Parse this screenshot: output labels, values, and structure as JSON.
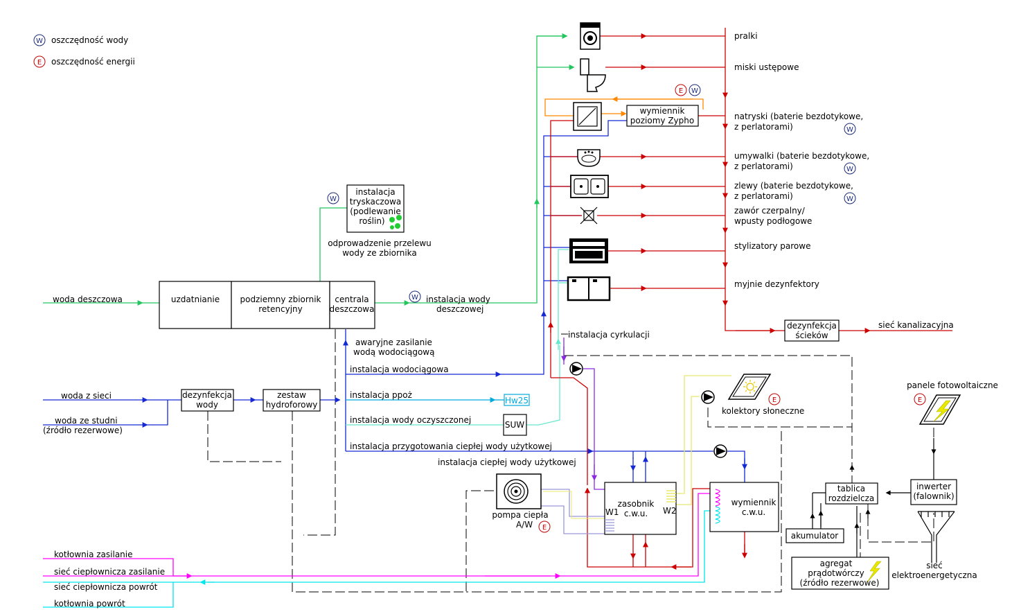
{
  "legend": {
    "water_saving": "oszczędność wody",
    "energy_saving": "oszczędność energii",
    "w": "W",
    "e": "E"
  },
  "sources": {
    "rain": "woda deszczowa",
    "mains": "woda z sieci",
    "well_l1": "woda ze studni",
    "well_l2": "(źródło rezerwowe)"
  },
  "boxes": {
    "treatment": "uzdatnianie",
    "tank_l1": "podziemny zbiornik",
    "tank_l2": "retencyjny",
    "central_l1": "centrala",
    "central_l2": "deszczowa",
    "disinfection_l1": "dezynfekcja",
    "disinfection_l2": "wody",
    "hydrophore_l1": "zestaw",
    "hydrophore_l2": "hydroforowy",
    "sprinkler_l1": "instalacja",
    "sprinkler_l2": "tryskaczowa",
    "sprinkler_l3": "(podlewanie",
    "sprinkler_l4": "roślin)",
    "hw25": "Hw25",
    "suw": "SUW",
    "exchanger_h_l1": "wymiennik",
    "exchanger_h_l2": "poziomy Zypho",
    "waste_dis_l1": "dezynfekcja",
    "waste_dis_l2": "ścieków",
    "storage_l1": "zasobnik",
    "storage_l2": "c.w.u.",
    "w1": "W1",
    "w2": "W2",
    "exchanger_cwu_l1": "wymiennik",
    "exchanger_cwu_l2": "c.w.u.",
    "switchboard_l1": "tablica",
    "switchboard_l2": "rozdzielcza",
    "inverter_l1": "inwerter",
    "inverter_l2": "(falownik)",
    "battery": "akumulator",
    "generator_l1": "agregat",
    "generator_l2": "prądotwórczy",
    "generator_l3": "(źródło rezerwowe)"
  },
  "labels": {
    "overflow_l1": "odprowadzenie przelewu",
    "overflow_l2": "wody ze zbiornika",
    "rainwater_l1": "instalacja wody",
    "rainwater_l2": "deszczowej",
    "emergency_l1": "awaryjne zasilanie",
    "emergency_l2": "wodą wodociągową",
    "mains_inst": "instalacja wodociągowa",
    "fire_inst": "instalacja ppoż",
    "purified_inst": "instalacja wody oczyszczonej",
    "dhw_prep": "instalacja przygotowania ciepłej wody użytkowej",
    "dhw_inst": "instalacja ciepłej wody użytkowej",
    "circulation": "instalacja cyrkulacji",
    "heat_pump_l1": "pompa ciepła",
    "heat_pump_l2": "A/W",
    "solar": "kolektory słoneczne",
    "pv": "panele fotowoltaiczne",
    "grid_l1": "sieć",
    "grid_l2": "elektroenergetyczna",
    "sewer": "sieć kanalizacyjna"
  },
  "consumers": [
    {
      "l1": "pralki",
      "l2": ""
    },
    {
      "l1": "miski ustępowe",
      "l2": ""
    },
    {
      "l1": "natryski (baterie bezdotykowe,",
      "l2": "z perlatorami)"
    },
    {
      "l1": "umywalki (baterie bezdotykowe,",
      "l2": "z perlatorami)"
    },
    {
      "l1": "zlewy (baterie bezdotykowe,",
      "l2": "z perlatorami)"
    },
    {
      "l1": "zawór czerpalny/",
      "l2": "wpusty podłogowe"
    },
    {
      "l1": "stylizatory parowe",
      "l2": ""
    },
    {
      "l1": "myjnie dezynfektory",
      "l2": ""
    }
  ],
  "heating_lines": [
    "kotłownia zasilanie",
    "sieć ciepłownicza zasilanie",
    "sieć ciepłownicza powrót",
    "kotłownia powrót"
  ],
  "colors": {
    "rain": "#22c55e",
    "mains": "#1428d4",
    "fire": "#00aadd",
    "purified": "#66e8cc",
    "hot": "#cc0000",
    "circulation": "#8a2be2",
    "greywater": "#ff8800",
    "solar": "#e8e870",
    "heat_pump": "#9a98d8",
    "supply": "#ff00ff",
    "return": "#00e5ee",
    "water_badge": "#1b2a7a",
    "energy_badge": "#c00000"
  },
  "icons": {
    "washing_machine": "washing-machine-icon",
    "toilet": "toilet-icon",
    "shower": "shower-tray-icon",
    "washbasin": "washbasin-icon",
    "sink": "double-sink-icon",
    "valve": "draw-off-valve-icon",
    "steamer": "steam-cabinet-icon",
    "washer_disinfector": "washer-disinfector-icon",
    "pump": "pump-icon",
    "solar_collector": "solar-collector-icon",
    "pv_panel": "pv-panel-icon",
    "heat_pump": "heat-pump-icon",
    "lightning": "lightning-icon"
  }
}
